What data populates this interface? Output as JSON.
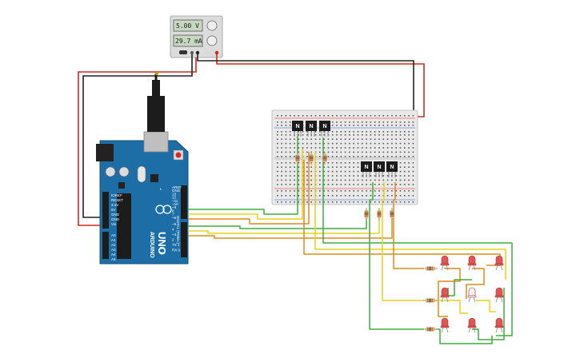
{
  "power_supply": {
    "voltage": "5.00 V",
    "current": "29.7 mA"
  },
  "arduino": {
    "model": "UNO",
    "brand": "ARDUINO",
    "digital_label": "DIGITAL (PWM~)",
    "pins_power": [
      "IOREF",
      "RESET",
      "3.3V",
      "5V",
      "GND",
      "GND",
      "Vin"
    ],
    "pins_analog": [
      "A0",
      "A1",
      "A2",
      "A3",
      "A4",
      "A5"
    ],
    "pins_digital": [
      "AREF",
      "GND",
      "13",
      "12",
      "~11",
      "~10",
      "~9",
      "8",
      "7",
      "~6",
      "~5",
      "4",
      "~3",
      "2",
      "TX 1",
      "RX 0"
    ],
    "tx_label": "TX",
    "rx_label": "RX",
    "l_label": "L"
  },
  "transistors": {
    "label": "N",
    "count": 6
  },
  "colors": {
    "wire_red": "#d42a1f",
    "wire_black": "#222222",
    "wire_green": "#3fae3a",
    "wire_orange": "#e08a1a",
    "wire_yellow": "#e8d21a",
    "arduino_blue": "#1d6ea6",
    "led_red": "#e05656",
    "breadboard": "#e9e9e9"
  }
}
